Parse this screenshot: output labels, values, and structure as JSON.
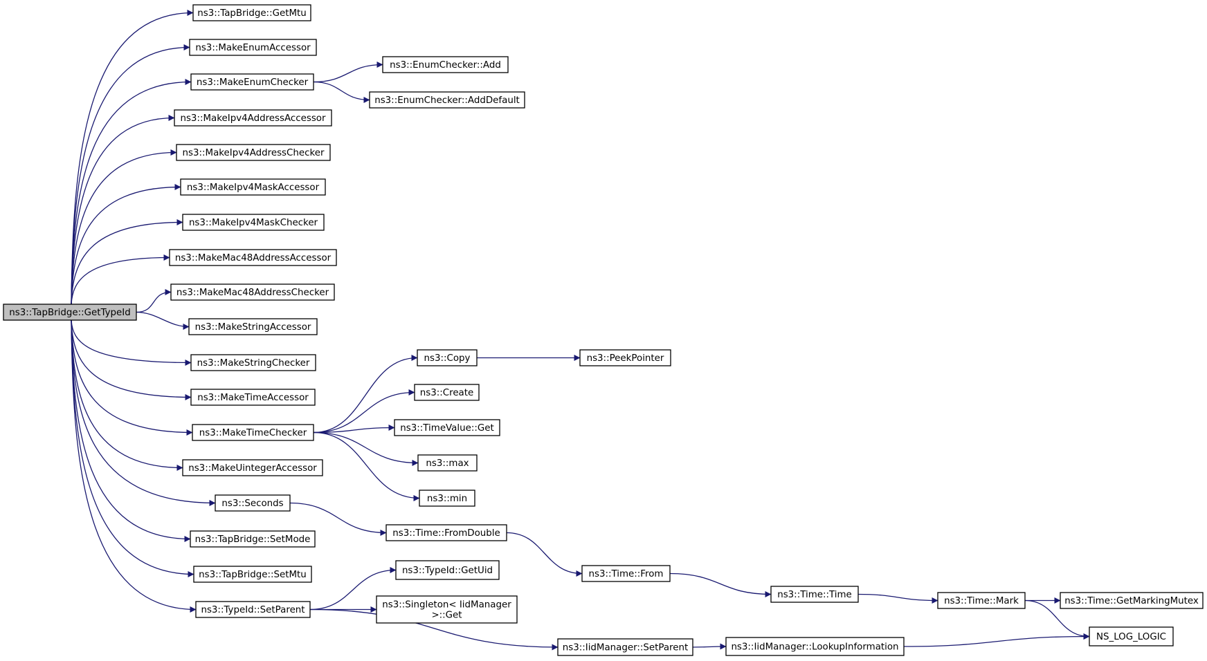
{
  "graph": {
    "nodes": [
      {
        "id": "root",
        "label": "ns3::TapBridge::GetTypeId",
        "root": true
      },
      {
        "id": "getmtu",
        "label": "ns3::TapBridge::GetMtu"
      },
      {
        "id": "mkenumacc",
        "label": "ns3::MakeEnumAccessor"
      },
      {
        "id": "mkenumchk",
        "label": "ns3::MakeEnumChecker"
      },
      {
        "id": "ipv4addracc",
        "label": "ns3::MakeIpv4AddressAccessor"
      },
      {
        "id": "ipv4addrchk",
        "label": "ns3::MakeIpv4AddressChecker"
      },
      {
        "id": "ipv4maskacc",
        "label": "ns3::MakeIpv4MaskAccessor"
      },
      {
        "id": "ipv4maskchk",
        "label": "ns3::MakeIpv4MaskChecker"
      },
      {
        "id": "mac48acc",
        "label": "ns3::MakeMac48AddressAccessor"
      },
      {
        "id": "mac48chk",
        "label": "ns3::MakeMac48AddressChecker"
      },
      {
        "id": "stracc",
        "label": "ns3::MakeStringAccessor"
      },
      {
        "id": "strchk",
        "label": "ns3::MakeStringChecker"
      },
      {
        "id": "timeacc",
        "label": "ns3::MakeTimeAccessor"
      },
      {
        "id": "timechk",
        "label": "ns3::MakeTimeChecker"
      },
      {
        "id": "uintacc",
        "label": "ns3::MakeUintegerAccessor"
      },
      {
        "id": "seconds",
        "label": "ns3::Seconds"
      },
      {
        "id": "setmode",
        "label": "ns3::TapBridge::SetMode"
      },
      {
        "id": "setmtu",
        "label": "ns3::TapBridge::SetMtu"
      },
      {
        "id": "setparent",
        "label": "ns3::TypeId::SetParent"
      },
      {
        "id": "enumadd",
        "label": "ns3::EnumChecker::Add"
      },
      {
        "id": "enumadddef",
        "label": "ns3::EnumChecker::AddDefault"
      },
      {
        "id": "copy",
        "label": "ns3::Copy"
      },
      {
        "id": "peek",
        "label": "ns3::PeekPointer"
      },
      {
        "id": "create",
        "label": "ns3::Create"
      },
      {
        "id": "tvget",
        "label": "ns3::TimeValue::Get"
      },
      {
        "id": "max",
        "label": "ns3::max"
      },
      {
        "id": "min",
        "label": "ns3::min"
      },
      {
        "id": "fromdouble",
        "label": "ns3::Time::FromDouble"
      },
      {
        "id": "from",
        "label": "ns3::Time::From"
      },
      {
        "id": "timetime",
        "label": "ns3::Time::Time"
      },
      {
        "id": "mark",
        "label": "ns3::Time::Mark"
      },
      {
        "id": "getmarkmutex",
        "label": "ns3::Time::GetMarkingMutex"
      },
      {
        "id": "nslog",
        "label": "NS_LOG_LOGIC"
      },
      {
        "id": "getuid",
        "label": "ns3::TypeId::GetUid"
      },
      {
        "id": "singleton",
        "label": "ns3::Singleton< IidManager",
        "label2": ">::Get"
      },
      {
        "id": "iidsetparent",
        "label": "ns3::IidManager::SetParent"
      },
      {
        "id": "lookup",
        "label": "ns3::IidManager::LookupInformation"
      }
    ],
    "edges": [
      [
        "root",
        "getmtu"
      ],
      [
        "root",
        "mkenumacc"
      ],
      [
        "root",
        "mkenumchk"
      ],
      [
        "root",
        "ipv4addracc"
      ],
      [
        "root",
        "ipv4addrchk"
      ],
      [
        "root",
        "ipv4maskacc"
      ],
      [
        "root",
        "ipv4maskchk"
      ],
      [
        "root",
        "mac48acc"
      ],
      [
        "root",
        "mac48chk"
      ],
      [
        "root",
        "stracc"
      ],
      [
        "root",
        "strchk"
      ],
      [
        "root",
        "timeacc"
      ],
      [
        "root",
        "timechk"
      ],
      [
        "root",
        "uintacc"
      ],
      [
        "root",
        "seconds"
      ],
      [
        "root",
        "setmode"
      ],
      [
        "root",
        "setmtu"
      ],
      [
        "root",
        "setparent"
      ],
      [
        "mkenumchk",
        "enumadd"
      ],
      [
        "mkenumchk",
        "enumadddef"
      ],
      [
        "timechk",
        "copy"
      ],
      [
        "timechk",
        "create"
      ],
      [
        "timechk",
        "tvget"
      ],
      [
        "timechk",
        "max"
      ],
      [
        "timechk",
        "min"
      ],
      [
        "copy",
        "peek"
      ],
      [
        "seconds",
        "fromdouble"
      ],
      [
        "fromdouble",
        "from"
      ],
      [
        "from",
        "timetime"
      ],
      [
        "timetime",
        "mark"
      ],
      [
        "mark",
        "getmarkmutex"
      ],
      [
        "mark",
        "nslog"
      ],
      [
        "setparent",
        "getuid"
      ],
      [
        "setparent",
        "singleton"
      ],
      [
        "setparent",
        "iidsetparent"
      ],
      [
        "iidsetparent",
        "lookup"
      ],
      [
        "lookup",
        "nslog"
      ]
    ]
  }
}
